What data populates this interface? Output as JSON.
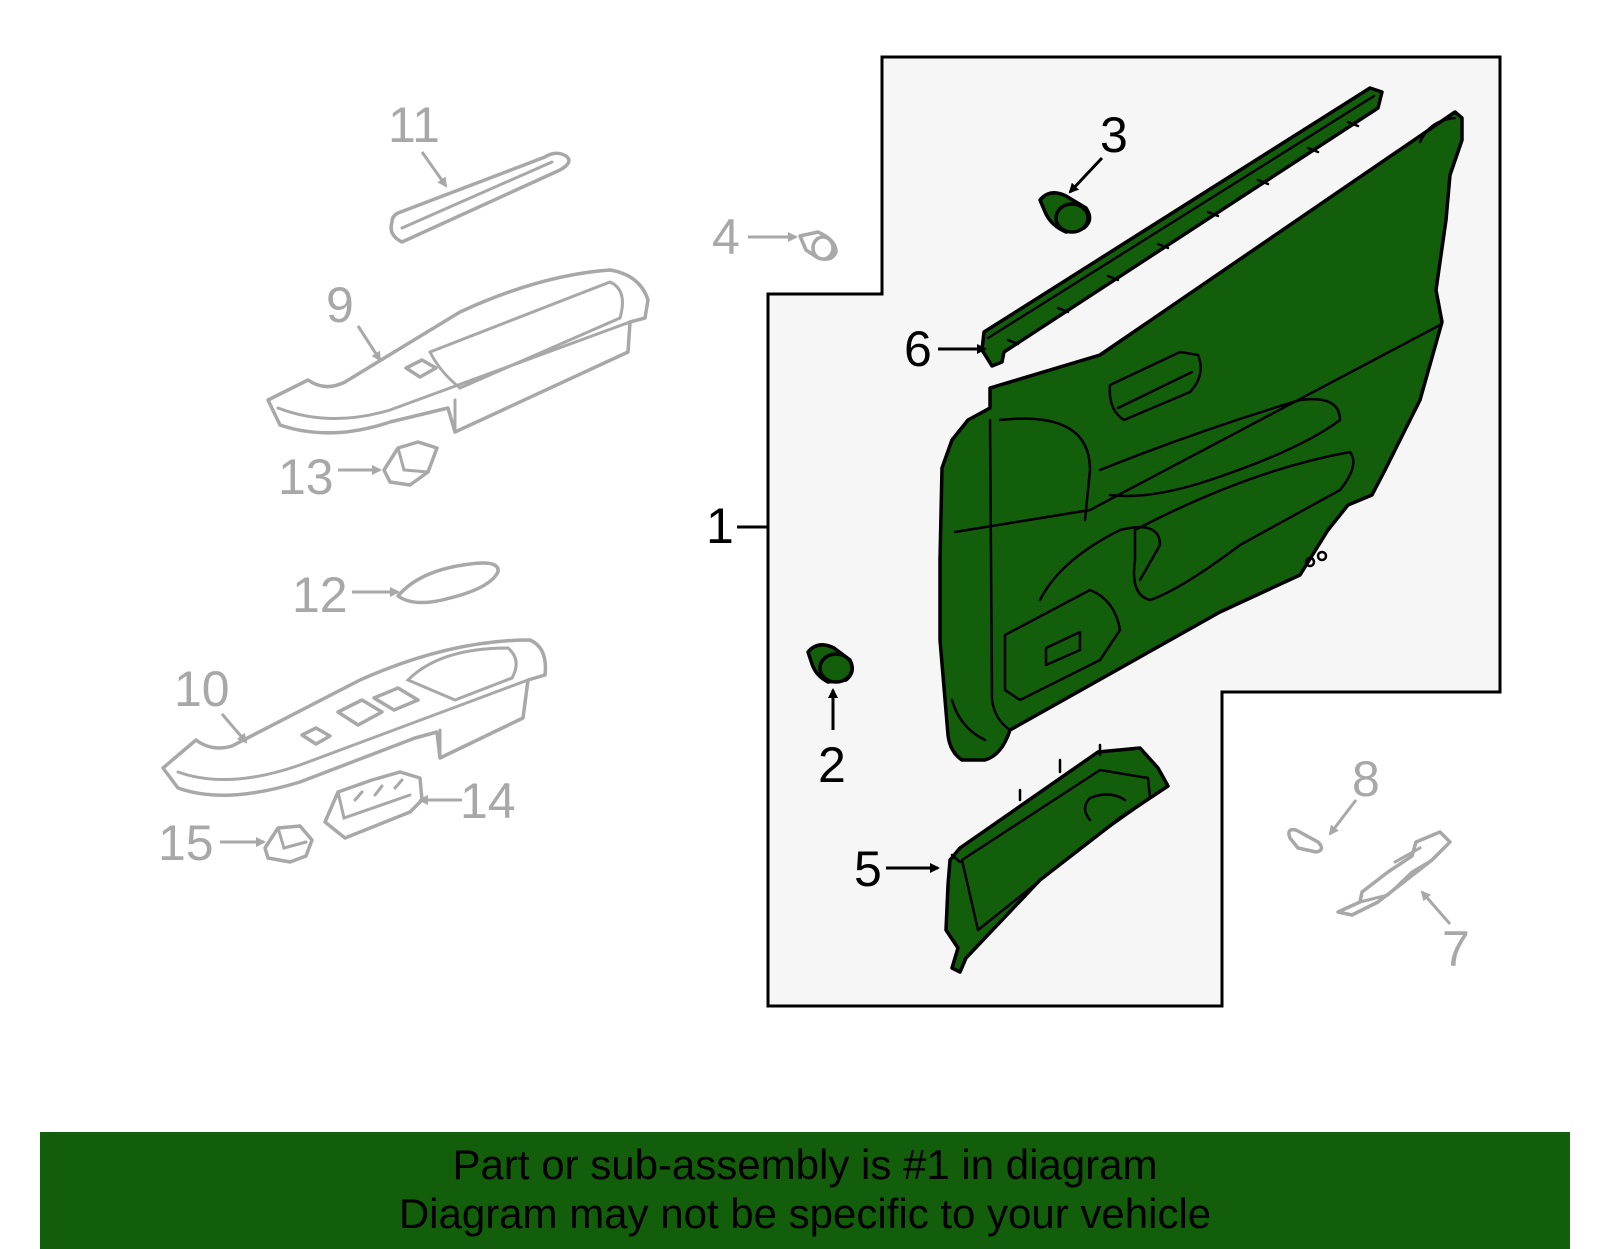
{
  "colors": {
    "highlight": "#125e0a",
    "panel_background": "#f6f6f6",
    "ghost_parts": "#a8a8a8",
    "outline": "#000000"
  },
  "callouts": {
    "c1": "1",
    "c2": "2",
    "c3": "3",
    "c4": "4",
    "c5": "5",
    "c6": "6",
    "c7": "7",
    "c8": "8",
    "c9": "9",
    "c10": "10",
    "c11": "11",
    "c12": "12",
    "c13": "13",
    "c14": "14",
    "c15": "15"
  },
  "highlighted_parts": [
    "1",
    "2",
    "3",
    "5",
    "6"
  ],
  "banner": {
    "line1": "Part or sub-assembly is #1 in diagram",
    "line2": "Diagram may not be specific to your vehicle"
  }
}
